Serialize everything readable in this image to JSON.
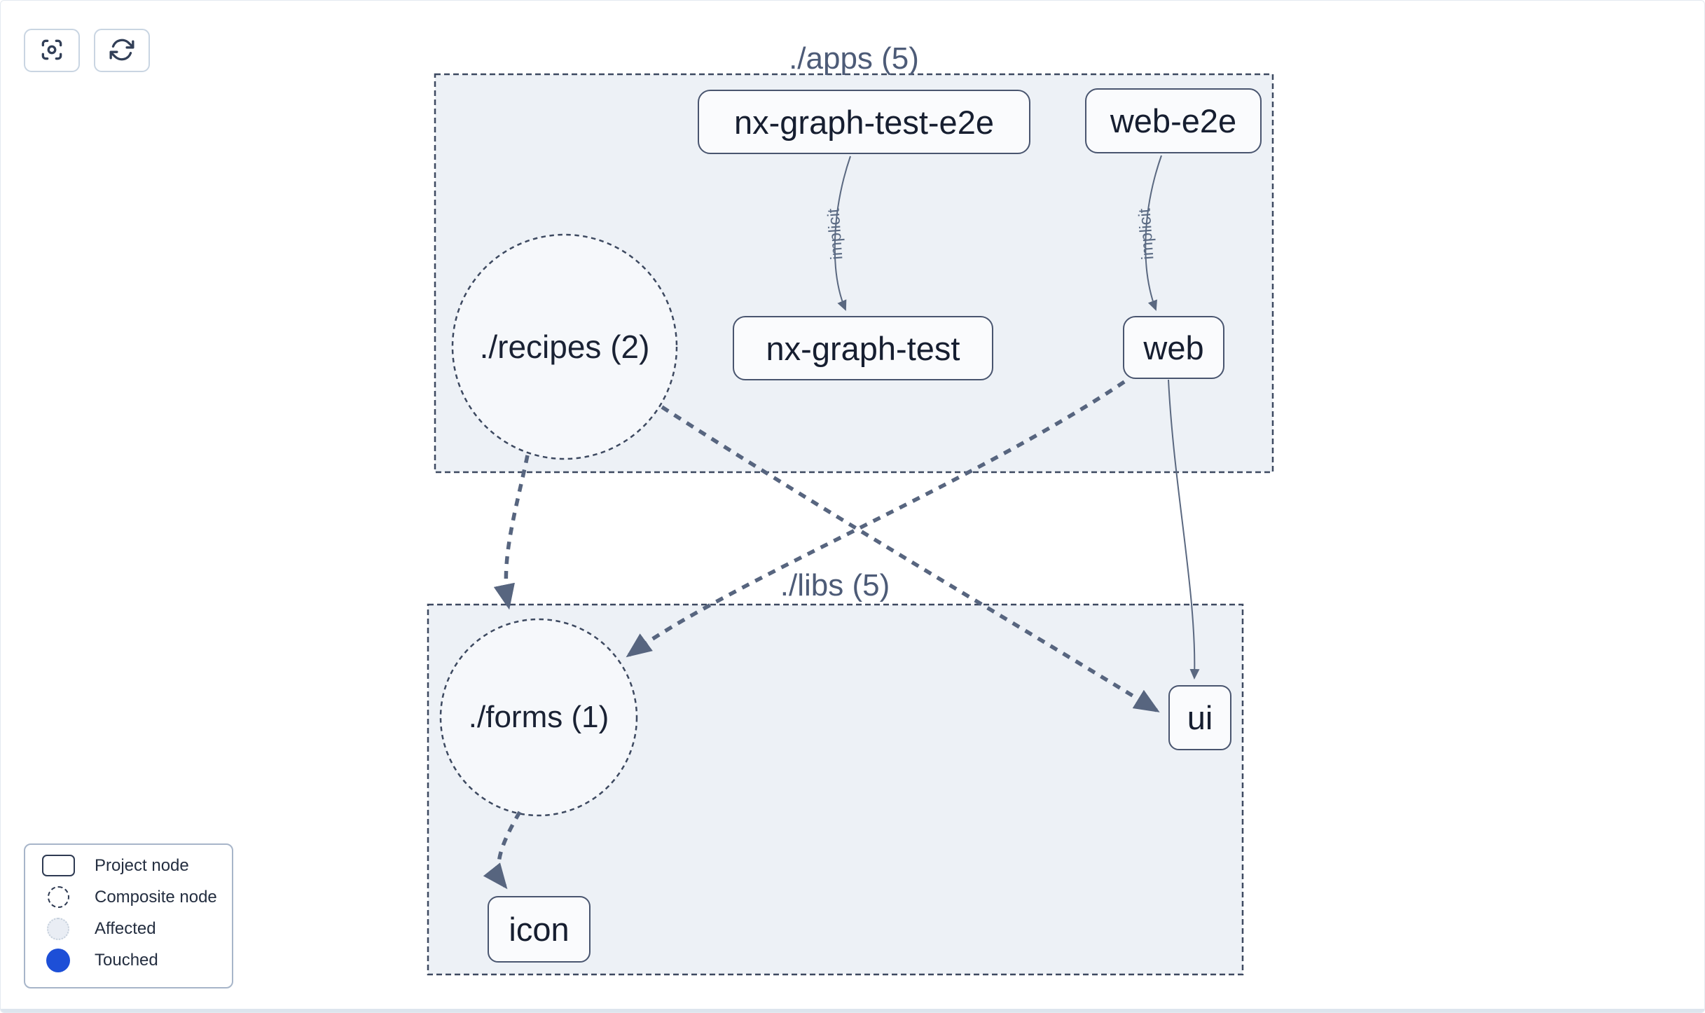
{
  "toolbar": {
    "buttons": [
      {
        "name": "focus",
        "icon": "focus-crosshair-icon"
      },
      {
        "name": "refresh",
        "icon": "refresh-icon"
      }
    ]
  },
  "groups": {
    "apps": {
      "label": "./apps (5)"
    },
    "libs": {
      "label": "./libs (5)"
    }
  },
  "nodes": {
    "nx_graph_test_e2e": {
      "label": "nx-graph-test-e2e",
      "type": "project"
    },
    "web_e2e": {
      "label": "web-e2e",
      "type": "project"
    },
    "nx_graph_test": {
      "label": "nx-graph-test",
      "type": "project"
    },
    "web": {
      "label": "web",
      "type": "project"
    },
    "recipes": {
      "label": "./recipes (2)",
      "type": "composite"
    },
    "forms": {
      "label": "./forms (1)",
      "type": "composite"
    },
    "ui": {
      "label": "ui",
      "type": "project"
    },
    "icon": {
      "label": "icon",
      "type": "project"
    }
  },
  "edges": [
    {
      "from": "nx-graph-test-e2e",
      "to": "nx-graph-test",
      "label": "implicit",
      "style": "solid"
    },
    {
      "from": "web-e2e",
      "to": "web",
      "label": "implicit",
      "style": "solid"
    },
    {
      "from": "web",
      "to": "ui",
      "label": "",
      "style": "solid"
    },
    {
      "from": "./recipes",
      "to": "./forms",
      "label": "",
      "style": "dashed"
    },
    {
      "from": "./recipes",
      "to": "ui",
      "label": "",
      "style": "dashed"
    },
    {
      "from": "web",
      "to": "./forms",
      "label": "",
      "style": "dashed"
    },
    {
      "from": "./forms",
      "to": "icon",
      "label": "",
      "style": "dashed"
    }
  ],
  "legend": {
    "items": [
      {
        "label": "Project node",
        "swatch": "project-node-swatch"
      },
      {
        "label": "Composite node",
        "swatch": "composite-node-swatch"
      },
      {
        "label": "Affected",
        "swatch": "affected-swatch"
      },
      {
        "label": "Touched",
        "swatch": "touched-swatch"
      }
    ]
  },
  "colors": {
    "container_fill": "#edf1f6",
    "composite_fill": "#f6f8fb",
    "node_fill": "#fafbfd",
    "border_slate": "#3d4960",
    "edge_slate": "#5a6880",
    "label_slate": "#4d5b77",
    "touched_blue": "#1d4fd7"
  }
}
